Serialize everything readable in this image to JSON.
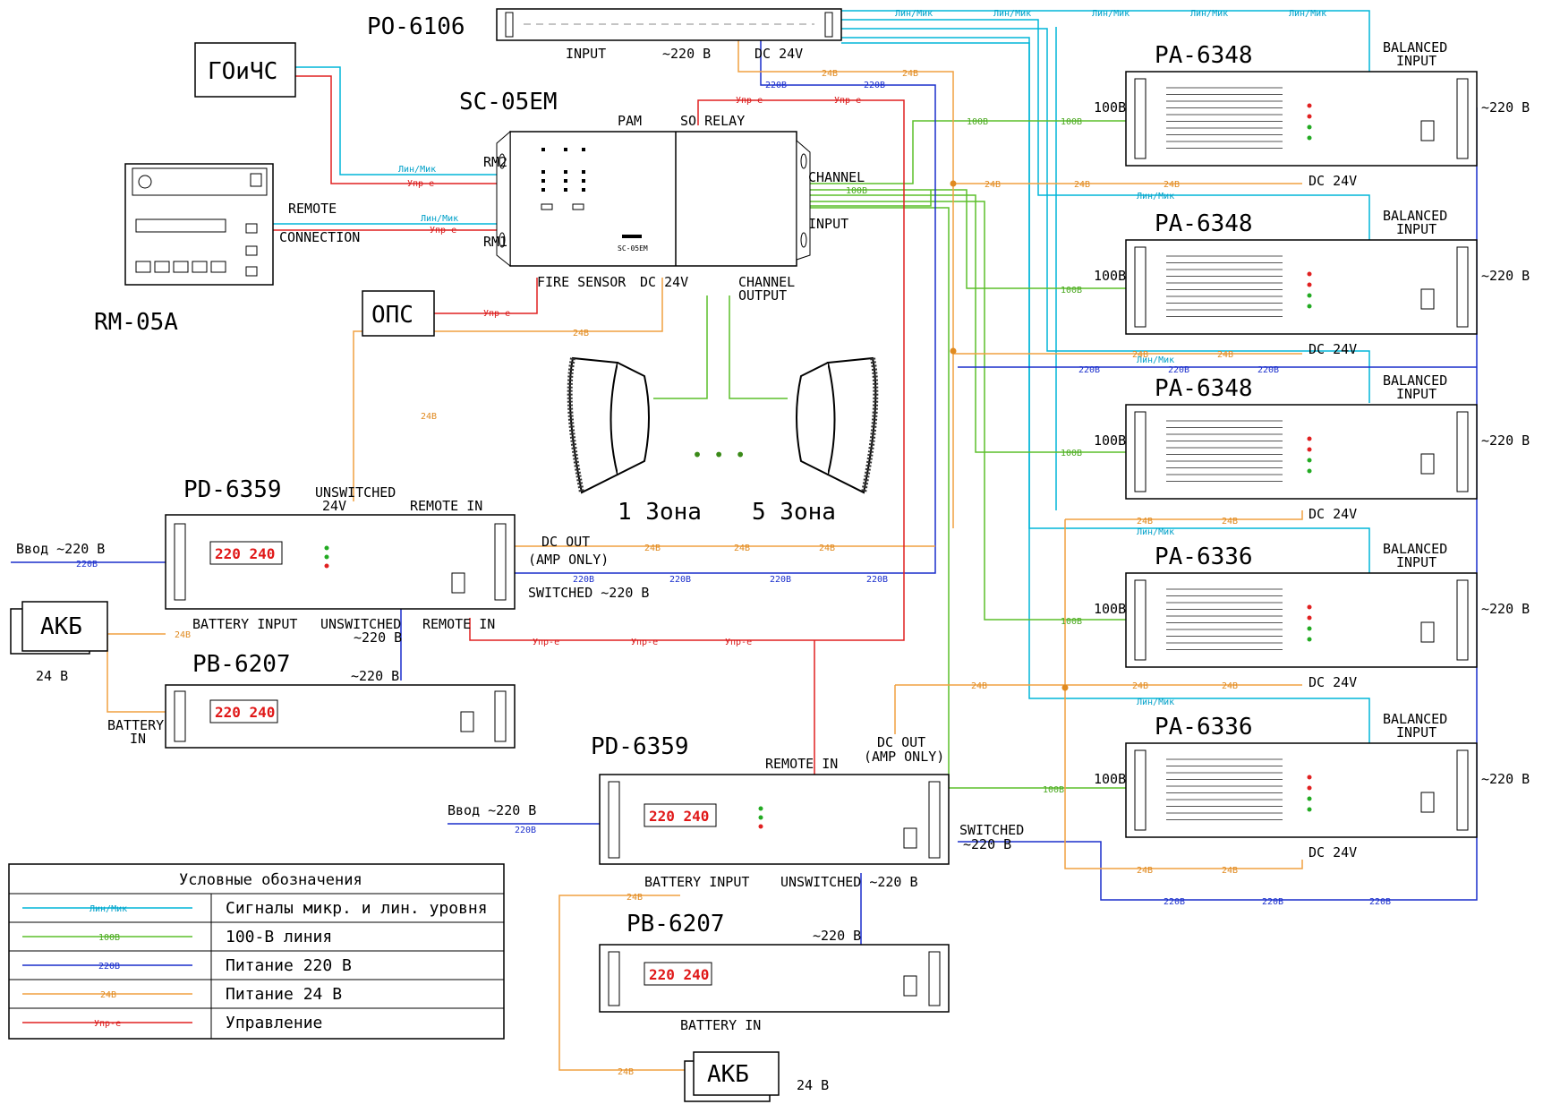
{
  "colors": {
    "signal": "#00b6d9",
    "line100": "#5cbf2a",
    "power220": "#1a2ecc",
    "power24": "#f0a040",
    "control": "#e02020"
  },
  "devices": {
    "ro6106": "PO-6106",
    "gochs": "ГОиЧС",
    "sc05em": "SC-05EM",
    "sc05em_badge": "SC-05EM",
    "rm05a": "RM-05A",
    "ops": "ОПС",
    "pd6359_1": "PD-6359",
    "pd6359_2": "PD-6359",
    "pb6207_1": "PB-6207",
    "pb6207_2": "PB-6207",
    "akb_1": "АКБ",
    "akb_2": "АКБ",
    "akb_voltage": "24 В",
    "zone1": "1 Зона",
    "zone5": "5 Зона",
    "dots": "•   •   •"
  },
  "amplifiers": [
    {
      "model": "PA-6348"
    },
    {
      "model": "PA-6348"
    },
    {
      "model": "PA-6348"
    },
    {
      "model": "PA-6336"
    },
    {
      "model": "PA-6336"
    }
  ],
  "amp_ports": {
    "balanced": "BALANCED",
    "input": "INPUT",
    "v100": "100В",
    "ac": "~220 В",
    "dc": "DC 24V"
  },
  "ports": {
    "input": "INPUT",
    "ac220": "~220 В",
    "dc24": "DC 24V",
    "pam": "PAM",
    "so_relay": "SO RELAY",
    "rm2": "RM2",
    "rm1": "RM1",
    "channel": "CHANNEL",
    "input2": "INPUT",
    "fire_sensor": "FIRE SENSOR",
    "dc24b": "DC 24V",
    "channel_output": "CHANNEL",
    "output": "OUTPUT",
    "remote": "REMOTE",
    "connection": "CONNECTION",
    "unswitched": "UNSWITCHED",
    "v24": "24V",
    "remote_in": "REMOTE IN",
    "dc_out": "DC OUT",
    "amp_only": "(AMP ONLY)",
    "switched": "SWITCHED ~220 В",
    "battery_input": "BATTERY INPUT",
    "unswitched2": "UNSWITCHED",
    "ac220b": "~220 В",
    "remote_in2": "REMOTE IN",
    "ac220c": "~220 В",
    "battery": "BATTERY",
    "in": "IN",
    "vvod": "Ввод ~220 В",
    "remote_in3": "REMOTE IN",
    "dc_out2": "DC OUT",
    "amp_only2": "(AMP ONLY)",
    "switched2": "SWITCHED",
    "ac220d": "~220 В",
    "battery_input2": "BATTERY INPUT",
    "unswitched3": "UNSWITCHED ~220 В",
    "ac220e": "~220 В",
    "battery_in2": "BATTERY IN",
    "vvod2": "Ввод ~220 В"
  },
  "wire_labels": {
    "signal": "Лин/Мик",
    "line100": "100В",
    "power220": "220В",
    "power24": "24В",
    "control": "Упр-е"
  },
  "legend": {
    "title": "Условные обозначения",
    "rows": [
      {
        "sample": "Лин/Мик",
        "text": "Сигналы микр. и лин. уровня"
      },
      {
        "sample": "100В",
        "text": "100-В линия"
      },
      {
        "sample": "220В",
        "text": "Питание 220 В"
      },
      {
        "sample": "24В",
        "text": "Питание 24 В"
      },
      {
        "sample": "Упр-е",
        "text": "Управление"
      }
    ]
  }
}
